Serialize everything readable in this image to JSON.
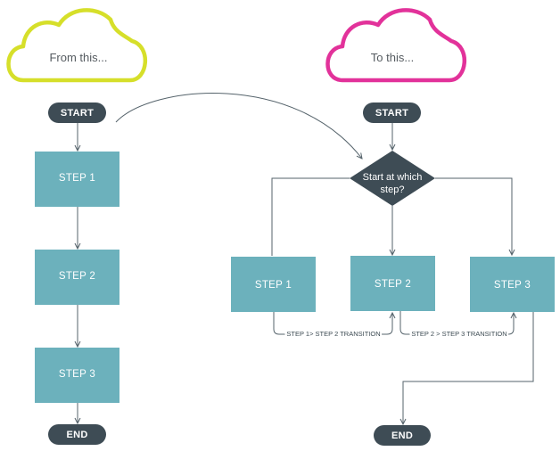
{
  "colors": {
    "cloud_from": "#d6df2a",
    "cloud_to": "#e2329a",
    "node_dark": "#3e4c55",
    "step_teal": "#6cb1bc",
    "line": "#55636b"
  },
  "left": {
    "cloud_label": "From this...",
    "start": "START",
    "steps": [
      "STEP 1",
      "STEP 2",
      "STEP 3"
    ],
    "end": "END"
  },
  "right": {
    "cloud_label": "To this...",
    "start": "START",
    "decision_line1": "Start at which",
    "decision_line2": "step?",
    "steps": [
      "STEP 1",
      "STEP 2",
      "STEP 3"
    ],
    "transitions": [
      "STEP 1> STEP 2 TRANSITION",
      "STEP 2 > STEP 3 TRANSITION"
    ],
    "end": "END"
  }
}
